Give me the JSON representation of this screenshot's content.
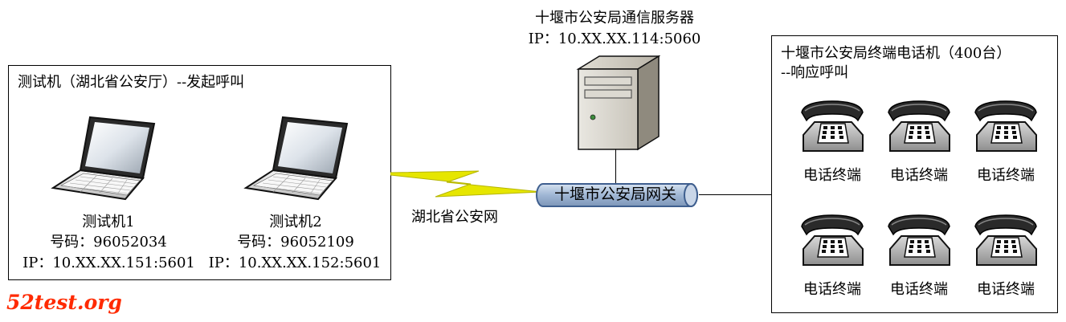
{
  "left_panel": {
    "title": "测试机（湖北省公安厅）--发起呼叫",
    "laptops": [
      {
        "name": "测试机1",
        "number": "号码：96052034",
        "ip": "IP：10.XX.XX.151:5601"
      },
      {
        "name": "测试机2",
        "number": "号码：96052109",
        "ip": "IP：10.XX.XX.152:5601"
      }
    ]
  },
  "server": {
    "title": "十堰市公安局通信服务器",
    "ip": "IP：10.XX.XX.114:5060"
  },
  "gateway": {
    "label": "十堰市公安局网关"
  },
  "network": {
    "label": "湖北省公安网"
  },
  "right_panel": {
    "title_line1": "十堰市公安局终端电话机（400台）",
    "title_line2": "--响应呼叫",
    "phones": [
      "电话终端",
      "电话终端",
      "电话终端",
      "电话终端",
      "电话终端",
      "电话终端"
    ]
  },
  "watermark": "52test.org",
  "colors": {
    "lightning": "#e6e600",
    "gateway_fill": "#a9bfdc",
    "gateway_stroke": "#3f5f8f",
    "watermark": "#ff2a00"
  },
  "icons": [
    "laptop-icon",
    "server-icon",
    "phone-icon",
    "lightning-icon"
  ]
}
